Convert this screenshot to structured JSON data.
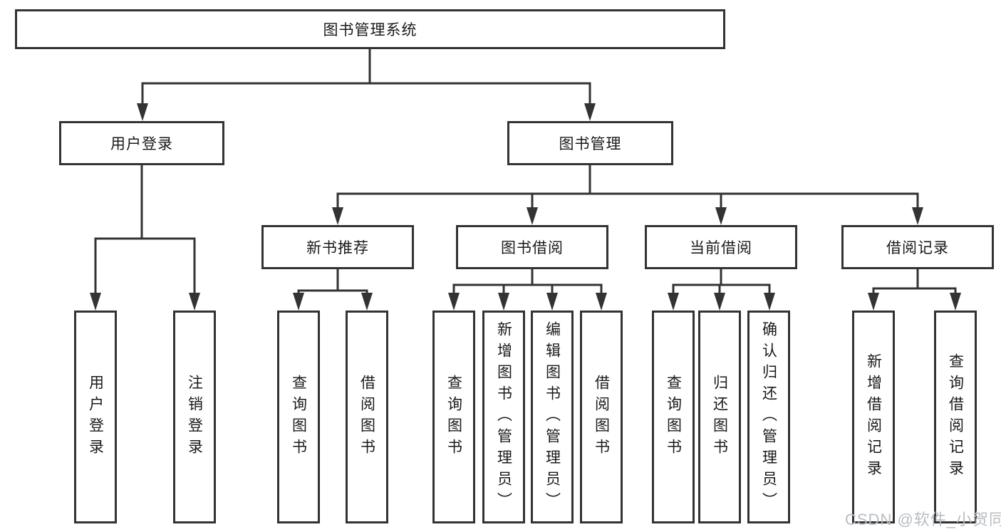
{
  "colors": {
    "line": "#333333",
    "box_border": "#333333",
    "box_background": "#ffffff",
    "text": "#1a1a1a",
    "watermark_text": "#b9bdc2"
  },
  "nodes": {
    "root": {
      "label": "图书管理系统"
    },
    "user_login": {
      "label": "用户登录"
    },
    "book_management": {
      "label": "图书管理"
    },
    "login": {
      "label": "用户登录"
    },
    "logout": {
      "label": "注销登录"
    },
    "new_book_recommend": {
      "label": "新书推荐"
    },
    "book_borrowing": {
      "label": "图书借阅"
    },
    "current_borrowing": {
      "label": "当前借阅"
    },
    "borrow_records": {
      "label": "借阅记录"
    },
    "nbr_query_books": {
      "label": "查询图书"
    },
    "nbr_borrow_books": {
      "label": "借阅图书"
    },
    "bb_query_books": {
      "label": "查询图书"
    },
    "bb_add_books": {
      "label": "新增图书（管理员）"
    },
    "bb_edit_books": {
      "label": "编辑图书（管理员）"
    },
    "bb_borrow_books": {
      "label": "借阅图书"
    },
    "cb_query_books": {
      "label": "查询图书"
    },
    "cb_return_books": {
      "label": "归还图书"
    },
    "cb_confirm_return": {
      "label": "确认归还（管理员）"
    },
    "br_add_record": {
      "label": "新增借阅记录"
    },
    "br_query_record": {
      "label": "查询借阅记录"
    }
  },
  "watermark": {
    "text": "CSDN @软件_小贺同学"
  }
}
